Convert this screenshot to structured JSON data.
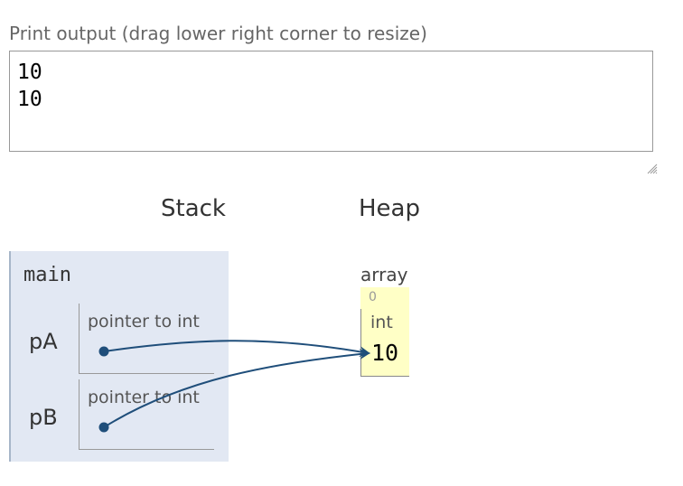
{
  "print_output": {
    "label": "Print output (drag lower right corner to resize)",
    "lines": [
      "10",
      "10"
    ]
  },
  "headers": {
    "stack": "Stack",
    "heap": "Heap"
  },
  "stack": {
    "frame_name": "main",
    "variables": [
      {
        "name": "pA",
        "type": "pointer to int"
      },
      {
        "name": "pB",
        "type": "pointer to int"
      }
    ]
  },
  "heap": {
    "object_kind": "array",
    "elements": [
      {
        "index": "0",
        "type": "int",
        "value": "10"
      }
    ]
  },
  "colors": {
    "frame_background": "#e2e8f3",
    "array_background": "#ffffc6",
    "pointer_arrow": "#1f4e7a"
  }
}
